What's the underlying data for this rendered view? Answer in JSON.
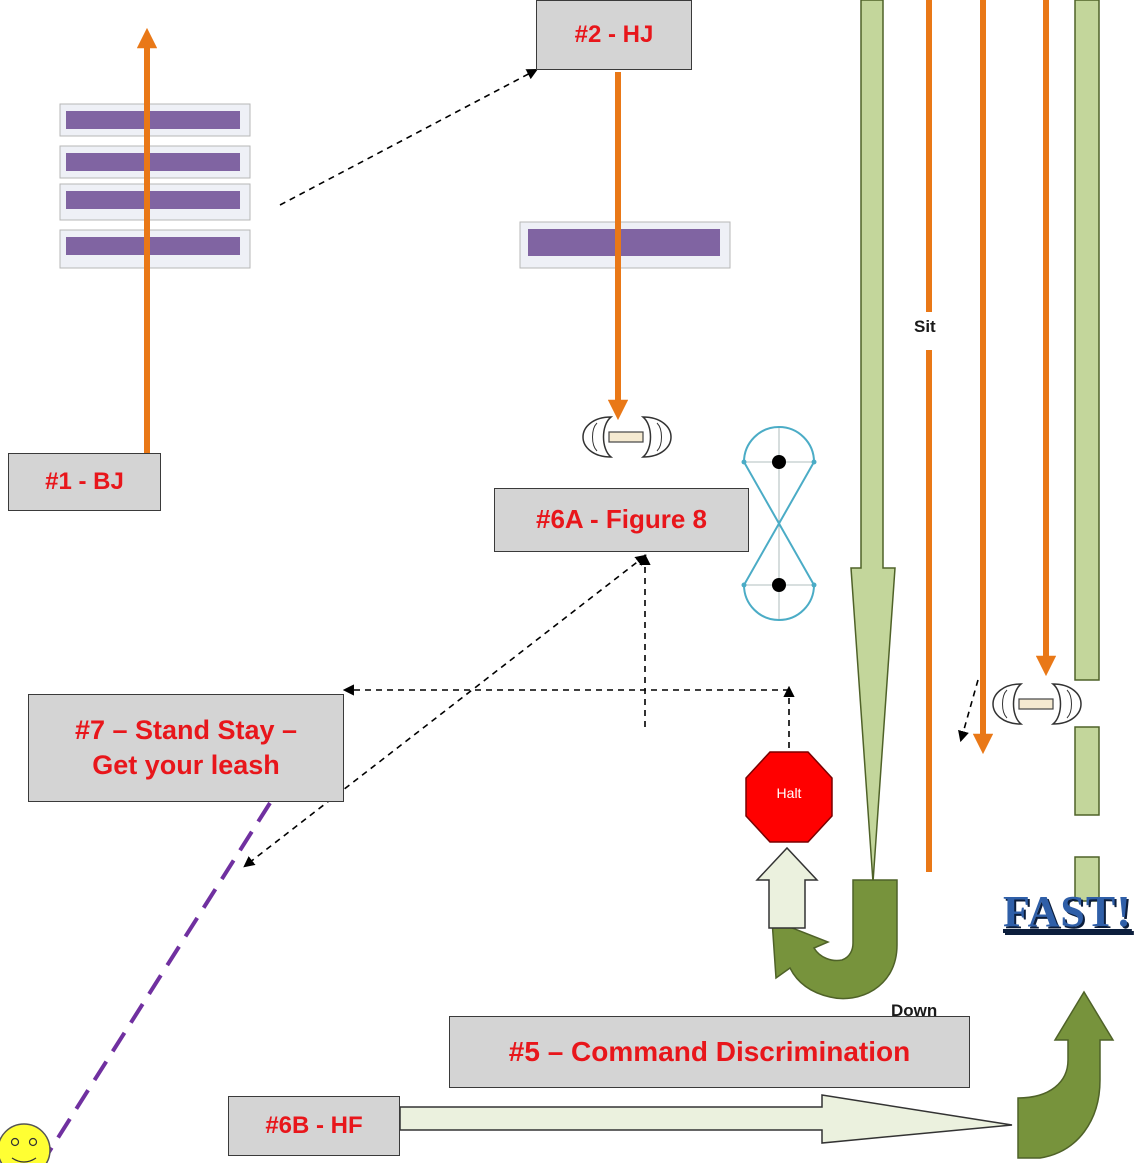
{
  "stations": {
    "s1": "#1 - BJ",
    "s2": "#2 - HJ",
    "s5": "#5 – Command Discrimination",
    "s6a": "#6A - Figure 8",
    "s6b": "#6B - HF",
    "s7_line1": "#7 – Stand Stay –",
    "s7_line2": "Get your leash"
  },
  "signs": {
    "halt": "Halt",
    "sit": "Sit",
    "down": "Down",
    "fast": "FAST!"
  },
  "colors": {
    "path_orange": "#e97817",
    "station_box": "#d4d4d4",
    "station_text": "#e8161b",
    "jump_bar": "#8064a2",
    "green_arrow_light": "#c3d69b",
    "green_arrow_dark": "#77933c",
    "halt_sign": "#ff0000",
    "figure8_line": "#4bacc6",
    "leash_line": "#7030a0",
    "smiley": "#ffff33"
  },
  "icons": [
    "dumbbell-icon",
    "halt-sign-icon",
    "smiley-icon",
    "figure-eight-posts-icon",
    "u-turn-arrow-icon"
  ]
}
